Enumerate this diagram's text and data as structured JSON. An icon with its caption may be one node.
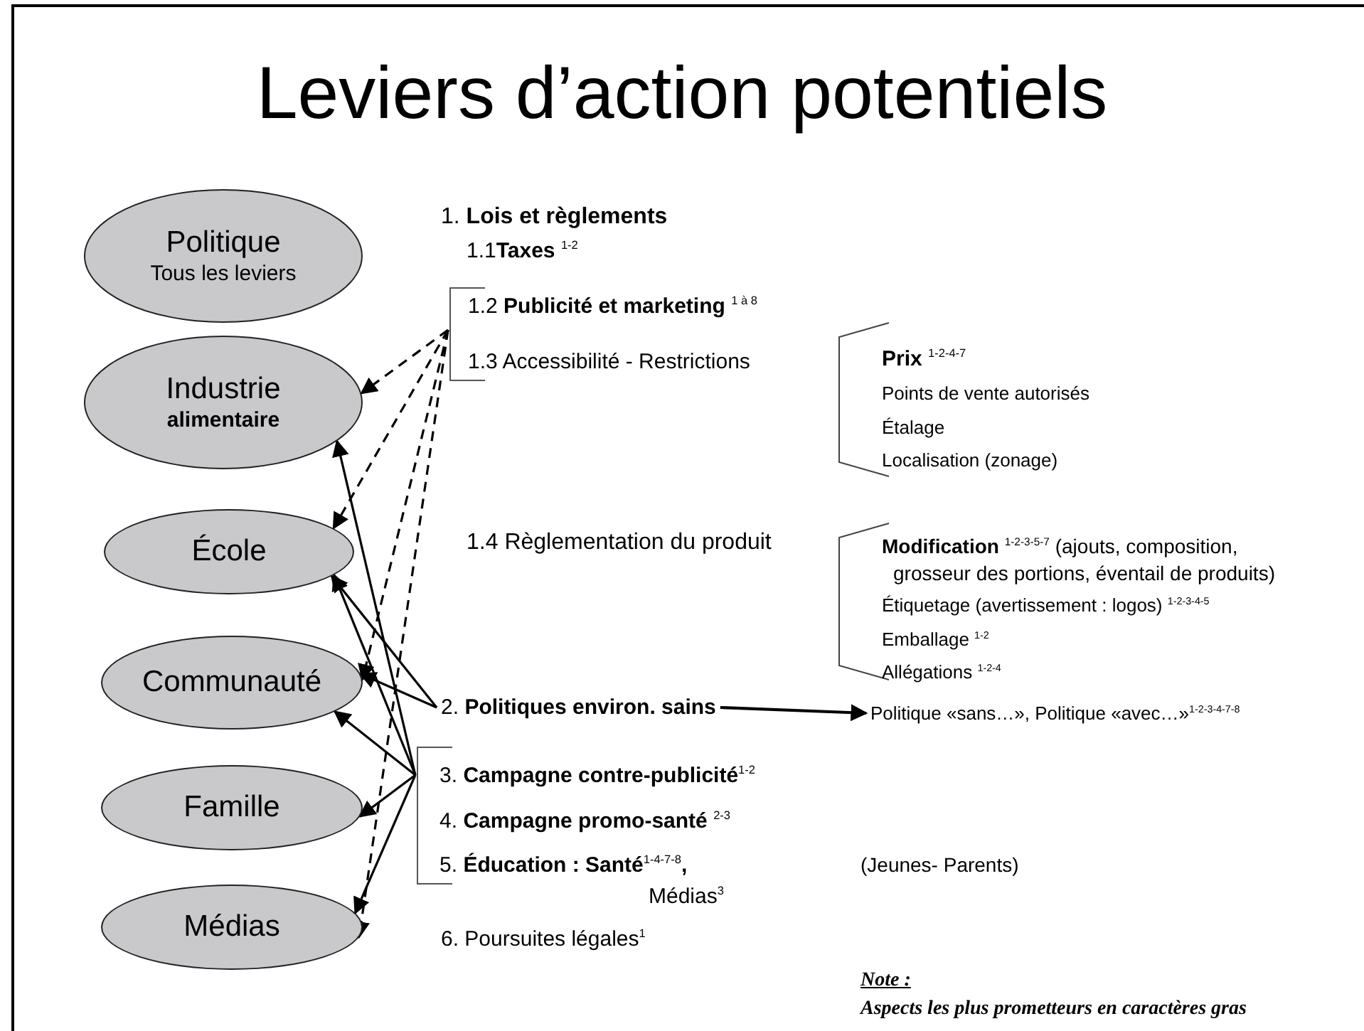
{
  "diagram": {
    "title": "Leviers d’action potentiels",
    "nodes": [
      {
        "text": [
          "Politique",
          "Tous les leviers"
        ]
      },
      {
        "text": [
          "Industrie",
          "alimentaire"
        ]
      },
      {
        "text": [
          "École"
        ]
      },
      {
        "text": [
          "Communauté"
        ]
      },
      {
        "text": [
          "Famille"
        ]
      },
      {
        "text": [
          "Médias"
        ]
      },
      {
        "text": [
          "1.2 **Publicité et marketing** $^{1 à 8}$",
          "1.3 Accessibilité - Restrictions"
        ]
      },
      {
        "text": [
          "2. **Politiques environ. sains**"
        ]
      },
      {
        "text": [
          "3. **Campagne contre-publicité**$^{1-2}$",
          "4. **Campagne promo-santé** $^{2-3}$",
          "5. **Éducation : Santé**$^{1-4-7-8}$**,** Médias$^{3}$"
        ]
      },
      {
        "text": [
          "Politique «sans…», Politique «avec…»$^{1-2-3-4-7-8}$"
        ]
      }
    ],
    "edges": [
      {
        "from": 6,
        "to": 1,
        "arrow": "to",
        "style": "dashed"
      },
      {
        "from": 6,
        "to": 2,
        "arrow": "to",
        "style": "dashed"
      },
      {
        "from": 6,
        "to": 3,
        "arrow": "to",
        "style": "dashed"
      },
      {
        "from": 6,
        "to": 5,
        "arrow": "to",
        "style": "dashed"
      },
      {
        "from": 7,
        "to": 2,
        "arrow": "to"
      },
      {
        "from": 7,
        "to": 3,
        "arrow": "to"
      },
      {
        "from": 8,
        "to": 1,
        "arrow": "to"
      },
      {
        "from": 8,
        "to": 2,
        "arrow": "to"
      },
      {
        "from": 8,
        "to": 3,
        "arrow": "to"
      },
      {
        "from": 8,
        "to": 4,
        "arrow": "to"
      },
      {
        "from": 8,
        "to": 5,
        "arrow": "to"
      },
      {
        "from": 7,
        "to": 9,
        "arrow": "to"
      }
    ],
    "labels": [
      "1. **Lois et règlements**",
      "1.1**Taxes** $^{1-2}$",
      "1.4 Règlementation du produit",
      "**Prix** $^{1-2-4-7}$",
      "Points de vente autorisés",
      "Étalage",
      "Localisation (zonage)",
      "**Modification** $^{1-2-3-5-7}$ (ajouts, composition, grosseur des portions, éventail de produits)",
      "Étiquetage (avertissement : logos) $^{1-2-3-4-5}$",
      "Emballage $^{1-2}$",
      "Allégations $^{1-2-4}$",
      "(Jeunes- Parents)",
      "6. Poursuites légales$^{1}$",
      "Note :",
      "Aspects les plus prometteurs en caractères gras"
    ]
  }
}
